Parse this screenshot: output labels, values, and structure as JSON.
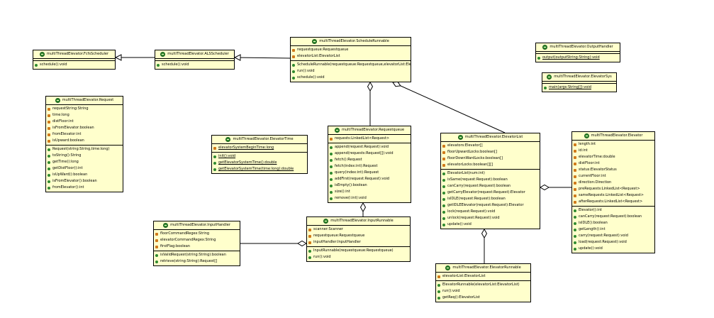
{
  "classes": [
    {
      "id": "fcfs",
      "name": "multiThreadElevator.FcfsScheduler",
      "fields": [],
      "methods": [
        {
          "text": "schedule():void"
        }
      ]
    },
    {
      "id": "als",
      "name": "multiThreadElevator.ALSScheduler",
      "fields": [],
      "methods": [
        {
          "text": "schedule():void"
        }
      ]
    },
    {
      "id": "schedrun",
      "name": "multiThreadElevator.ScheduleRunnable",
      "fields": [
        {
          "text": "requestqueue:Requestqueue"
        },
        {
          "text": "elevatorList:ElevatorList"
        }
      ],
      "methods": [
        {
          "text": "ScheduleRunnable(requestqueue:Requestqueue,elevatorList:ElevatorList)"
        },
        {
          "text": "run():void"
        },
        {
          "text": "schedule():void"
        }
      ]
    },
    {
      "id": "output",
      "name": "multiThreadElevator.OutputHandler",
      "fields": [],
      "methods": [
        {
          "text": "output(outputString:String):void",
          "static": true
        }
      ]
    },
    {
      "id": "elevsys",
      "name": "multiThreadElevator.ElevatorSys",
      "fields": [],
      "methods": [
        {
          "text": "main(args:String[]):void",
          "static": true
        }
      ]
    },
    {
      "id": "request",
      "name": "multiThreadElevator.Request",
      "fields": [
        {
          "text": "requestString:String"
        },
        {
          "text": "time:long"
        },
        {
          "text": "distFloor:int"
        },
        {
          "text": "isFromElevator:boolean"
        },
        {
          "text": "fromElevator:int"
        },
        {
          "text": "isUpward:boolean"
        }
      ],
      "methods": [
        {
          "text": "Request(string:String,time:long)"
        },
        {
          "text": "toString():String"
        },
        {
          "text": "getTime():long"
        },
        {
          "text": "getDistFloor():int"
        },
        {
          "text": "isUpWard():boolean"
        },
        {
          "text": "isFromElevator():boolean"
        },
        {
          "text": "fromElevator():int"
        }
      ]
    },
    {
      "id": "elevtime",
      "name": "multiThreadElevator.ElevatorTime",
      "fields": [
        {
          "text": "elevatorSystemBeginTime:long",
          "static": true
        }
      ],
      "methods": [
        {
          "text": "init():void",
          "static": true
        },
        {
          "text": "getElevatorSystemTime():double",
          "static": true
        },
        {
          "text": "getElevatorSystemTime(time:long):double",
          "static": true
        }
      ]
    },
    {
      "id": "reqqueue",
      "name": "multiThreadElevator.Requestqueue",
      "fields": [
        {
          "text": "requests:LinkedList<Request>"
        }
      ],
      "methods": [
        {
          "text": "append(request:Request):void"
        },
        {
          "text": "append(requests:Request[]):void"
        },
        {
          "text": "fetch():Request"
        },
        {
          "text": "fetch(index:int):Request"
        },
        {
          "text": "query(index:int):Request"
        },
        {
          "text": "addFirst(request:Request):void"
        },
        {
          "text": "isEmpty():boolean"
        },
        {
          "text": "size():int"
        },
        {
          "text": "remove(i:int):void"
        }
      ]
    },
    {
      "id": "elevlist",
      "name": "multiThreadElevator.ElevatorList",
      "fields": [
        {
          "text": "elevators:Elevator[]"
        },
        {
          "text": "floorUpwardLocks:boolean[]"
        },
        {
          "text": "floorDownWardLocks:boolean[]"
        },
        {
          "text": "elevatorLocks:boolean[][]"
        }
      ],
      "methods": [
        {
          "text": "ElevatorList(num:int)"
        },
        {
          "text": "isSame(request:Request):boolean"
        },
        {
          "text": "canCarry(request:Request):boolean"
        },
        {
          "text": "getCarryElevator(request:Request):Elevator"
        },
        {
          "text": "isIDLE(request:Request):boolean"
        },
        {
          "text": "getIDLEElevator(request:Request):Elevator"
        },
        {
          "text": "lock(request:Request):void"
        },
        {
          "text": "unlock(request:Request):void"
        },
        {
          "text": "update():void"
        }
      ]
    },
    {
      "id": "elevator",
      "name": "multiThreadElevator.Elevator",
      "fields": [
        {
          "text": "length:int"
        },
        {
          "text": "id:int"
        },
        {
          "text": "elevatorTime:double"
        },
        {
          "text": "distFloor:int"
        },
        {
          "text": "status:ElevatorStatus"
        },
        {
          "text": "currentFloor:int"
        },
        {
          "text": "direction:Direction"
        },
        {
          "text": "preRequests:LinkedList<Request>"
        },
        {
          "text": "sameRequests:LinkedList<Request>"
        },
        {
          "text": "afterRequests:LinkedList<Request>"
        }
      ],
      "methods": [
        {
          "text": "Elevator():int"
        },
        {
          "text": "canCarry(request:Request):boolean"
        },
        {
          "text": "isIDLE():boolean"
        },
        {
          "text": "getLength():int"
        },
        {
          "text": "carry(request:Request):void"
        },
        {
          "text": "load(request:Request):void"
        },
        {
          "text": "update():void"
        }
      ]
    },
    {
      "id": "inputh",
      "name": "multiThreadElevator.InputHandler",
      "fields": [
        {
          "text": "floorCommandRegex:String"
        },
        {
          "text": "elevatorCommandRegex:String"
        },
        {
          "text": "firstFlag:boolean"
        }
      ],
      "methods": [
        {
          "text": "isValidRequest(string:String):boolean"
        },
        {
          "text": "retrieve(string:String):Request[]"
        }
      ]
    },
    {
      "id": "inputrun",
      "name": "multiThreadElevator.InputRunnable",
      "fields": [
        {
          "text": "scanner:Scanner"
        },
        {
          "text": "requestqueue:Requestqueue"
        },
        {
          "text": "inputHandler:InputHandler"
        }
      ],
      "methods": [
        {
          "text": "InputRunnable(requestqueue:Requestqueue)"
        },
        {
          "text": "run():void"
        }
      ]
    },
    {
      "id": "elevrun",
      "name": "multiThreadElevator.ElevatorRunnable",
      "fields": [
        {
          "text": "elevatorList:ElevatorList"
        }
      ],
      "methods": [
        {
          "text": "ElevatorRunnable(elevatorList:ElevatorList)"
        },
        {
          "text": "run():void"
        },
        {
          "text": "getReq():ElevatorList"
        }
      ]
    }
  ],
  "relations": [
    {
      "from": "als",
      "to": "fcfs",
      "kind": "generalization"
    },
    {
      "from": "schedrun",
      "to": "als",
      "kind": "generalization"
    },
    {
      "from": "reqqueue",
      "to": "schedrun",
      "kind": "aggregation"
    },
    {
      "from": "elevlist",
      "to": "schedrun",
      "kind": "aggregation"
    },
    {
      "from": "inputrun",
      "to": "reqqueue",
      "kind": "aggregation"
    },
    {
      "from": "inputh",
      "to": "inputrun",
      "kind": "aggregation"
    },
    {
      "from": "elevrun",
      "to": "elevlist",
      "kind": "aggregation"
    },
    {
      "from": "elevator",
      "to": "elevlist",
      "kind": "aggregation"
    }
  ]
}
